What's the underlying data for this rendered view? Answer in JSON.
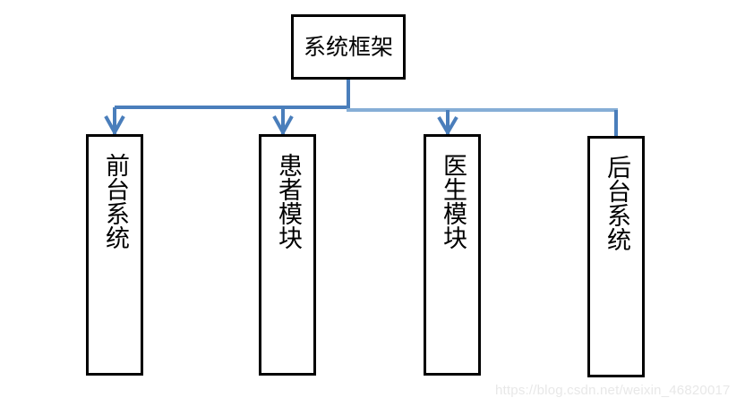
{
  "diagram": {
    "title": "系统框架",
    "root": {
      "label": "系统框架",
      "orientation": "horizontal"
    },
    "children": [
      {
        "label": "前台系统",
        "orientation": "vertical"
      },
      {
        "label": "患者模块",
        "orientation": "vertical"
      },
      {
        "label": "医生模块",
        "orientation": "vertical"
      },
      {
        "label": "后台系统",
        "orientation": "vertical"
      }
    ],
    "colors": {
      "box_border": "#000000",
      "box_fill": "#ffffff",
      "connector": "#4a7ebb",
      "connector_light": "#86aed6",
      "background": "#ffffff",
      "watermark": "#e8e8e8"
    }
  },
  "watermark": {
    "text": "https://blog.csdn.net/weixin_46820017"
  }
}
